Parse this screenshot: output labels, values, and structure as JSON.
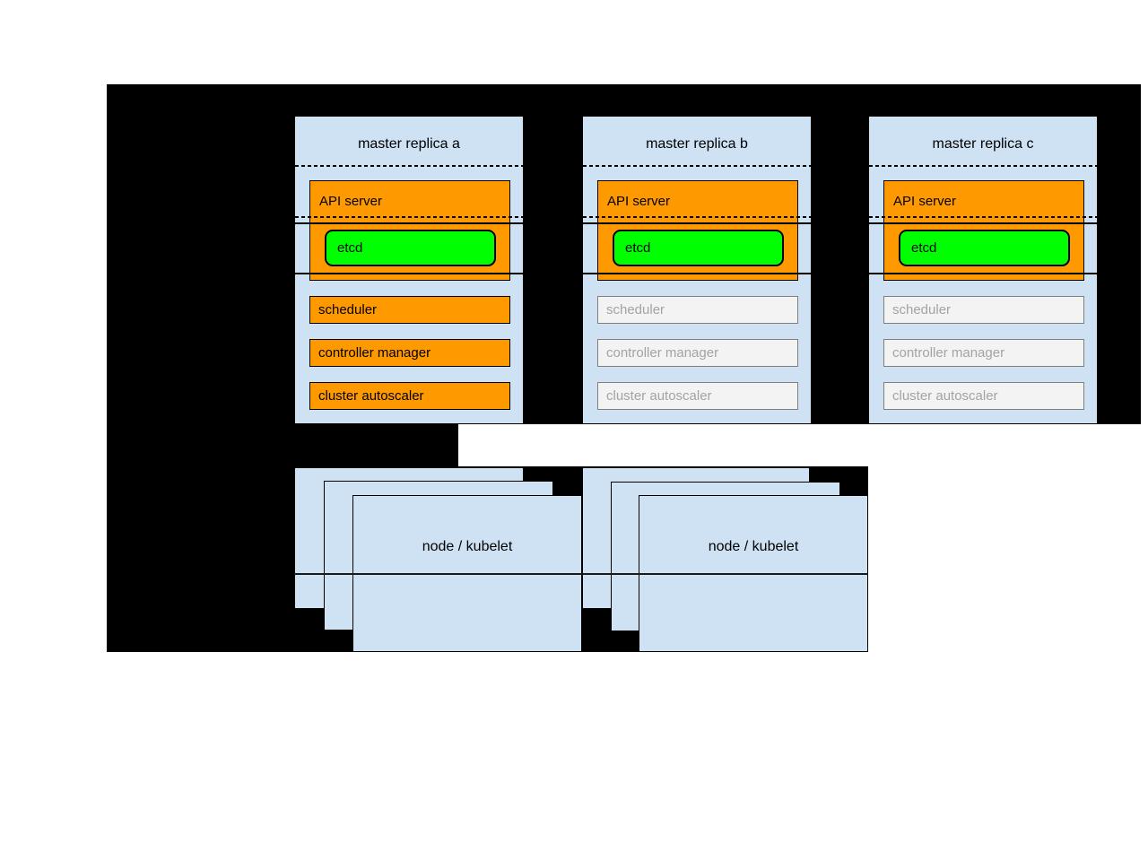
{
  "masters": [
    {
      "title": "master replica a",
      "state": "active",
      "api_server": "API server",
      "etcd": "etcd",
      "scheduler": "scheduler",
      "controller_manager": "controller manager",
      "cluster_autoscaler": "cluster autoscaler"
    },
    {
      "title": "master replica b",
      "state": "standby",
      "api_server": "API server",
      "etcd": "etcd",
      "scheduler": "scheduler",
      "controller_manager": "controller manager",
      "cluster_autoscaler": "cluster autoscaler"
    },
    {
      "title": "master replica c",
      "state": "standby",
      "api_server": "API server",
      "etcd": "etcd",
      "scheduler": "scheduler",
      "controller_manager": "controller manager",
      "cluster_autoscaler": "cluster autoscaler"
    }
  ],
  "node_stacks": [
    {
      "label": "node / kubelet",
      "stacked_boxes": 3
    },
    {
      "label": "node / kubelet",
      "stacked_boxes": 3
    }
  ],
  "colors": {
    "panel_background": "#000000",
    "box_fill": "#cfe2f3",
    "active_component": "#ff9900",
    "etcd_fill": "#00ff00",
    "standby_fill": "#f3f3f3",
    "standby_text": "#a3a3a3"
  }
}
